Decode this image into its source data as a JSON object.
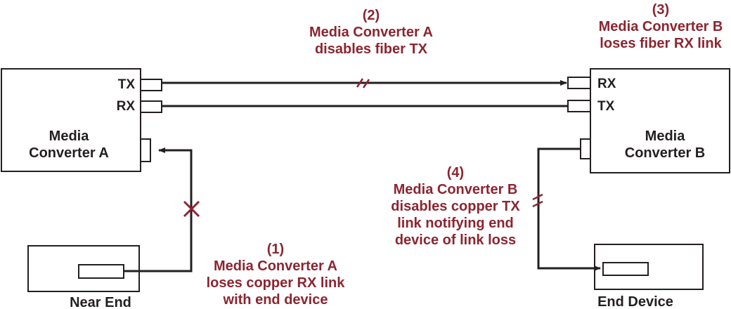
{
  "colors": {
    "line": "#231f20",
    "annotation": "#8b2531",
    "box_fill": "#ffffff"
  },
  "converter_a": {
    "name_line1": "Media",
    "name_line2": "Converter A",
    "tx_label": "TX",
    "rx_label": "RX"
  },
  "converter_b": {
    "name_line1": "Media",
    "name_line2": "Converter B",
    "rx_label": "RX",
    "tx_label": "TX"
  },
  "near_end": {
    "label": "Near End"
  },
  "end_device": {
    "label": "End Device"
  },
  "steps": [
    {
      "number": "(1)",
      "line1": "Media Converter A",
      "line2": "loses copper RX link",
      "line3": "with end device"
    },
    {
      "number": "(2)",
      "line1": "Media Converter A",
      "line2": "disables fiber TX"
    },
    {
      "number": "(3)",
      "line1": "Media Converter B",
      "line2": "loses fiber RX link"
    },
    {
      "number": "(4)",
      "line1": "Media Converter B",
      "line2": "disables copper TX",
      "line3": "link notifying end",
      "line4": "device of link loss"
    }
  ]
}
